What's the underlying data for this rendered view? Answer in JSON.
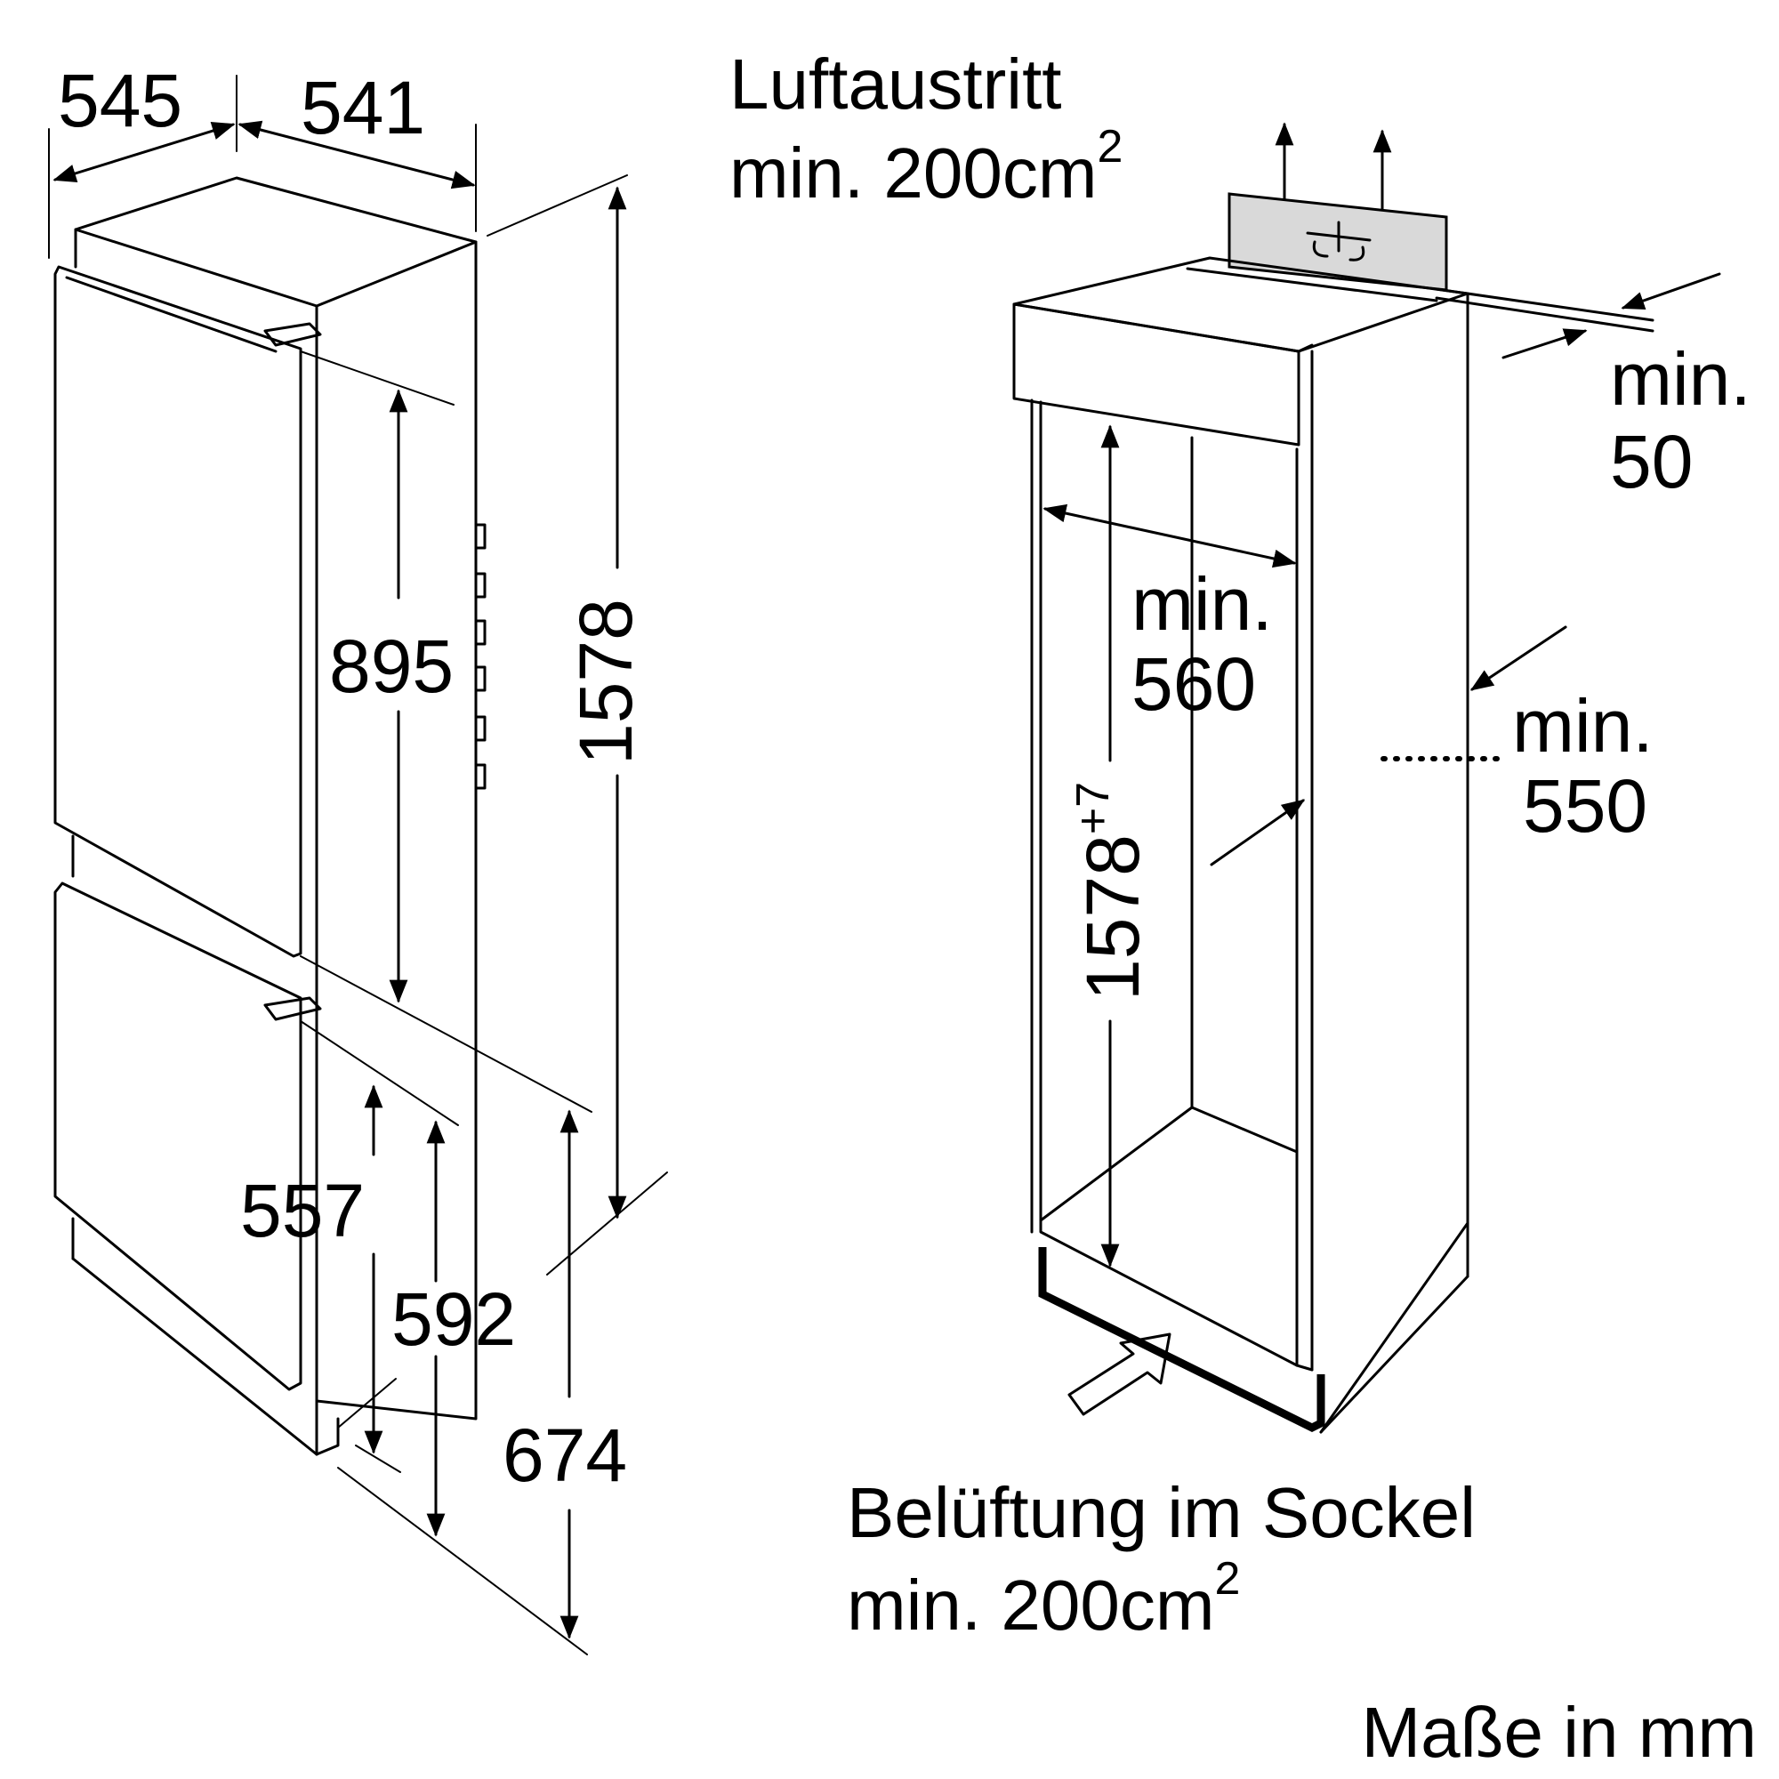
{
  "labels": {
    "air_outlet": "Luftaustritt",
    "air_outlet_area": "min. 200cm",
    "air_outlet_area_exp": "2",
    "base_ventilation": "Belüftung im Sockel",
    "base_ventilation_area": "min. 200cm",
    "base_ventilation_area_exp": "2",
    "units": "Maße in mm"
  },
  "appliance_dimensions": {
    "depth": "545",
    "width": "541",
    "height": "1578",
    "fridge_door": "895",
    "freezer_door": "557",
    "freezer_section": "592",
    "lower_section": "674"
  },
  "niche_dimensions": {
    "height": "1578",
    "height_tolerance": "+7",
    "min_label": "min.",
    "depth": "560",
    "width": "550",
    "top_gap": "50"
  },
  "colors": {
    "line": "#000000",
    "vent_panel": "#d9d9d9",
    "background": "#ffffff"
  }
}
